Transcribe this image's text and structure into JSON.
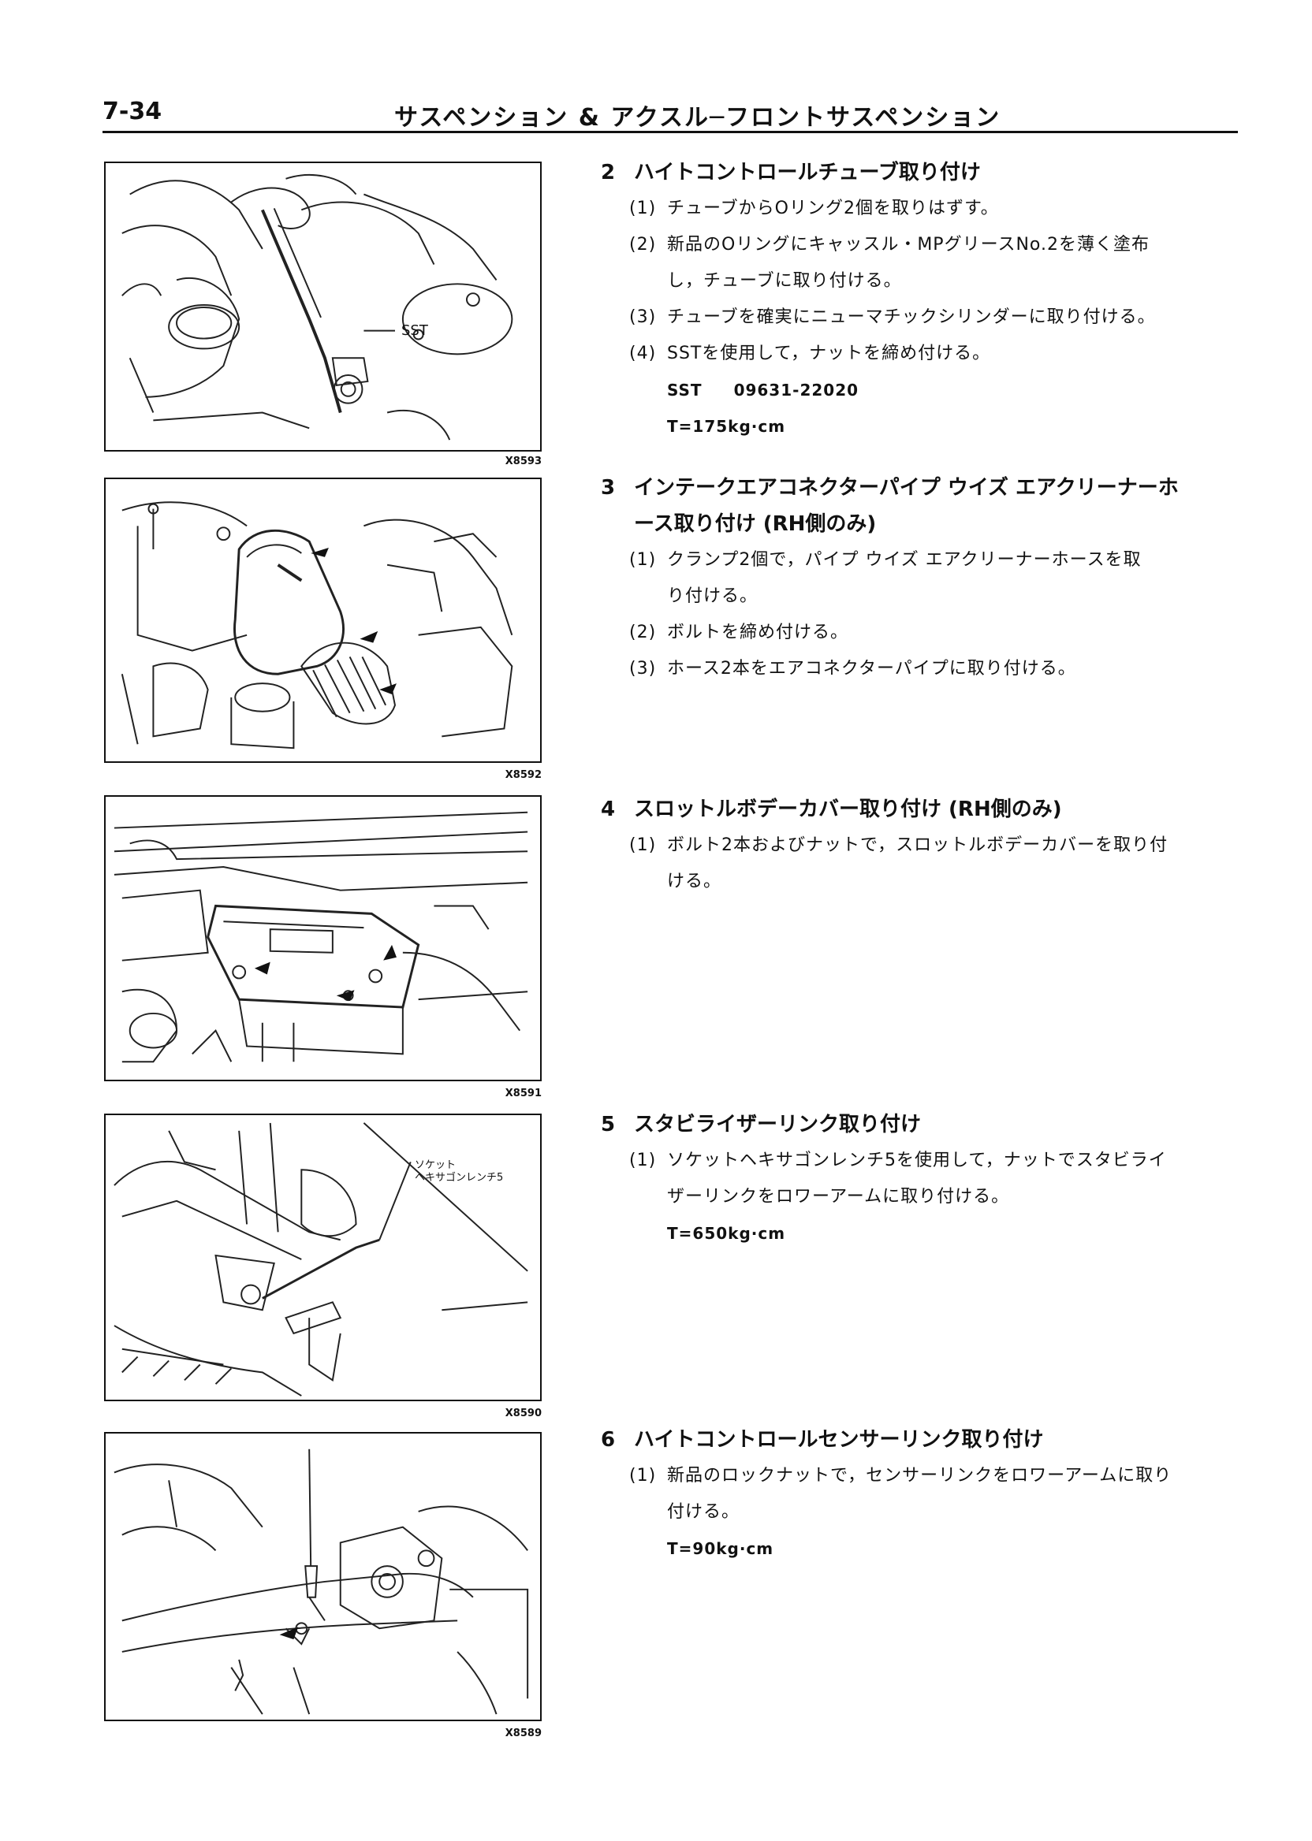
{
  "header": {
    "page_number": "7-34",
    "title": "サスペンション & アクスル─フロントサスペンション"
  },
  "figures": [
    {
      "code": "X8593",
      "label": "SST"
    },
    {
      "code": "X8592"
    },
    {
      "code": "X8591"
    },
    {
      "code": "X8590",
      "label_line1": "ソケット",
      "label_line2": "ヘキサゴンレンチ5"
    },
    {
      "code": "X8589"
    }
  ],
  "sections": [
    {
      "number": "2",
      "title": "ハイトコントロールチューブ取り付け",
      "items": [
        {
          "num": "(1)",
          "lines": [
            "チューブからOリング2個を取りはずす。"
          ]
        },
        {
          "num": "(2)",
          "lines": [
            "新品のOリングにキャッスル・MPグリースNo.2を薄く塗布",
            "し，チューブに取り付ける。"
          ]
        },
        {
          "num": "(3)",
          "lines": [
            "チューブを確実にニューマチックシリンダーに取り付ける。"
          ]
        },
        {
          "num": "(4)",
          "lines": [
            "SSTを使用して，ナットを締め付ける。"
          ]
        }
      ],
      "spec_sst_label": "SST",
      "spec_sst_value": "09631-22020",
      "torque": "T=175kg·cm"
    },
    {
      "number": "3",
      "title_line1": "インテークエアコネクターパイプ ウイズ エアクリーナーホ",
      "title_line2": "ース取り付け (RH側のみ)",
      "items": [
        {
          "num": "(1)",
          "lines": [
            "クランプ2個で，パイプ ウイズ エアクリーナーホースを取",
            "り付ける。"
          ]
        },
        {
          "num": "(2)",
          "lines": [
            "ボルトを締め付ける。"
          ]
        },
        {
          "num": "(3)",
          "lines": [
            "ホース2本をエアコネクターパイプに取り付ける。"
          ]
        }
      ]
    },
    {
      "number": "4",
      "title": "スロットルボデーカバー取り付け (RH側のみ)",
      "items": [
        {
          "num": "(1)",
          "lines": [
            "ボルト2本およびナットで，スロットルボデーカバーを取り付",
            "ける。"
          ]
        }
      ]
    },
    {
      "number": "5",
      "title": "スタビライザーリンク取り付け",
      "items": [
        {
          "num": "(1)",
          "lines": [
            "ソケットヘキサゴンレンチ5を使用して，ナットでスタビライ",
            "ザーリンクをロワーアームに取り付ける。"
          ]
        }
      ],
      "torque": "T=650kg·cm"
    },
    {
      "number": "6",
      "title": "ハイトコントロールセンサーリンク取り付け",
      "items": [
        {
          "num": "(1)",
          "lines": [
            "新品のロックナットで，センサーリンクをロワーアームに取り",
            "付ける。"
          ]
        }
      ],
      "torque": "T=90kg·cm"
    }
  ]
}
